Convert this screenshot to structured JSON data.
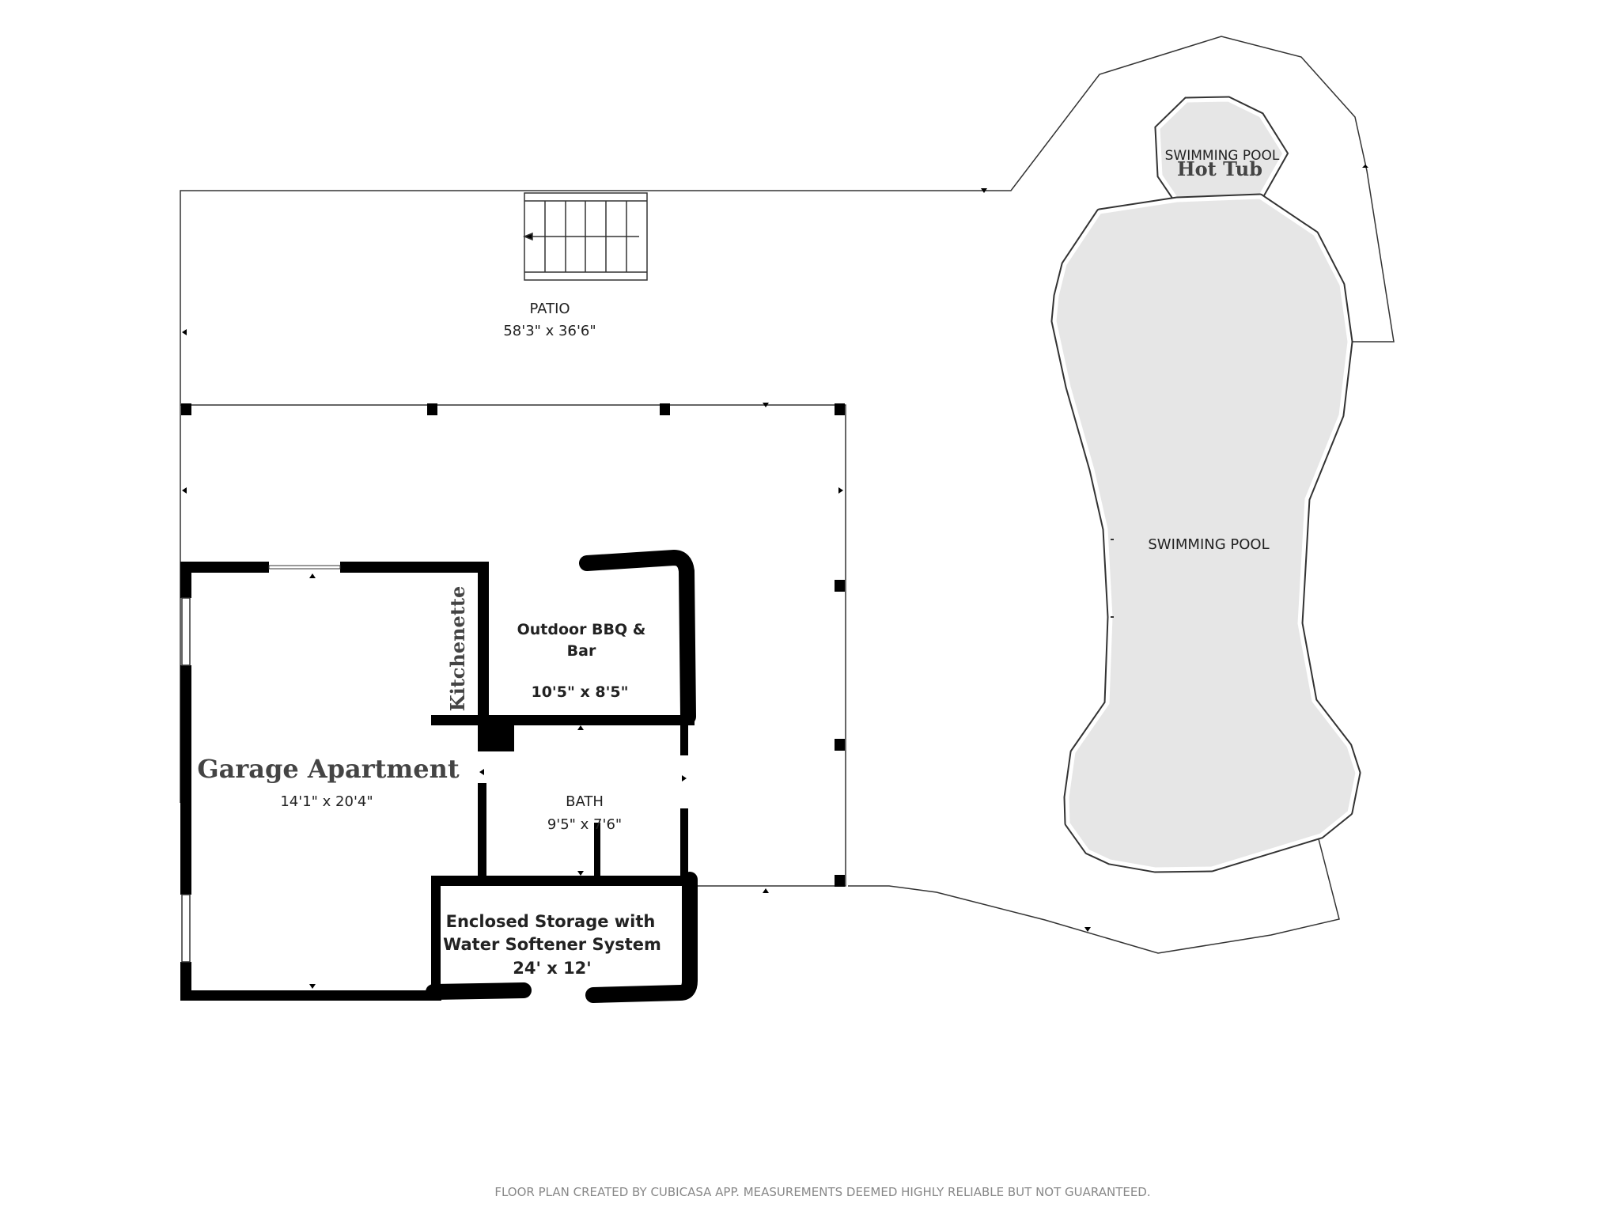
{
  "colors": {
    "wall": "#000000",
    "outline": "#333333",
    "pool_fill": "#e6e6e6",
    "footer_text": "#888888"
  },
  "rooms": {
    "patio": {
      "name": "PATIO",
      "dims": "58'3\" x 36'6\""
    },
    "hot_tub": {
      "name_top": "SWIMMING POOL",
      "name": "Hot Tub"
    },
    "swimming_pool": {
      "name": "SWIMMING POOL"
    },
    "kitchenette": {
      "name": "Kitchenette"
    },
    "bbq": {
      "name_line1": "Outdoor BBQ &",
      "name_line2": "Bar",
      "dims": "10'5\" x 8'5\""
    },
    "garage_apartment": {
      "name": "Garage Apartment",
      "dims": "14'1\" x 20'4\""
    },
    "bath": {
      "name": "BATH",
      "dims": "9'5\" x 7'6\""
    },
    "storage": {
      "name_line1": "Enclosed Storage with",
      "name_line2": "Water Softener System",
      "dims": "24' x 12'"
    }
  },
  "footer": {
    "text": "FLOOR PLAN CREATED BY CUBICASA APP. MEASUREMENTS DEEMED HIGHLY RELIABLE BUT NOT GUARANTEED."
  }
}
